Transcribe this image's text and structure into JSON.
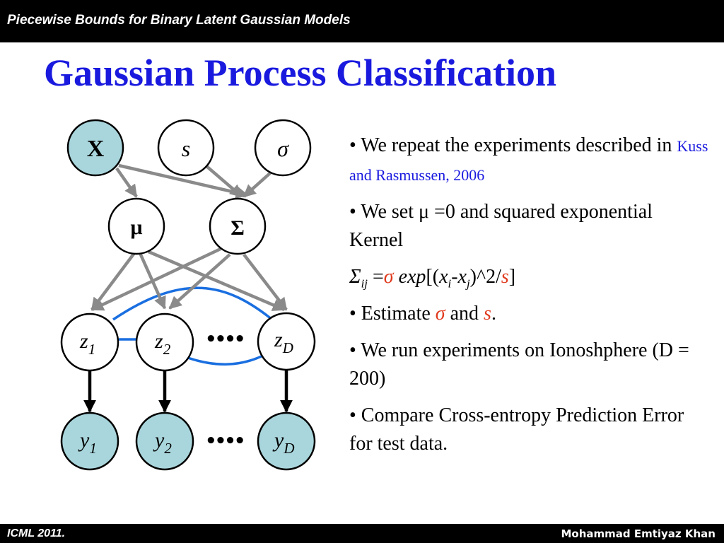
{
  "header": {
    "title": "Piecewise Bounds for Binary Latent Gaussian Models"
  },
  "slide": {
    "title": "Gaussian Process Classification"
  },
  "footer": {
    "left": "ICML 2011.",
    "right": "Mohammad Emtiyaz Khan"
  },
  "diagram": {
    "nodes": {
      "x": "X",
      "s": "s",
      "sigma": "σ",
      "mu": "μ",
      "Sigma": "Σ",
      "z": "z",
      "y": "y",
      "sub1": "1",
      "sub2": "2",
      "subD": "D",
      "ellipsis": "••••"
    },
    "colors": {
      "observed_fill": "#a9d6dc",
      "arrow": "#8a8a8a",
      "blue_edge": "#1a6fe0"
    }
  },
  "bullets": {
    "b1_pre": "• We repeat the experiments described in ",
    "b1_link": "Kuss and Rasmussen, 2006",
    "b2": "• We set μ =0 and squared exponential Kernel",
    "eq": {
      "Sigma": "Σ",
      "ij": "ij",
      "eq": " =",
      "sigma": "σ",
      "exp": " exp",
      "open": "[(",
      "x1": "x",
      "i": "i",
      "minus": "-",
      "x2": "x",
      "j": "j",
      "rest": ")^2/",
      "s": "s",
      "close": "]"
    },
    "b3_pre": "• Estimate ",
    "b3_sigma": "σ",
    "b3_and": " and ",
    "b3_s": "s",
    "b3_end": ".",
    "b4": "• We run experiments on Ionoshphere (D = 200)",
    "b5": "• Compare Cross-entropy Prediction Error for test data."
  }
}
